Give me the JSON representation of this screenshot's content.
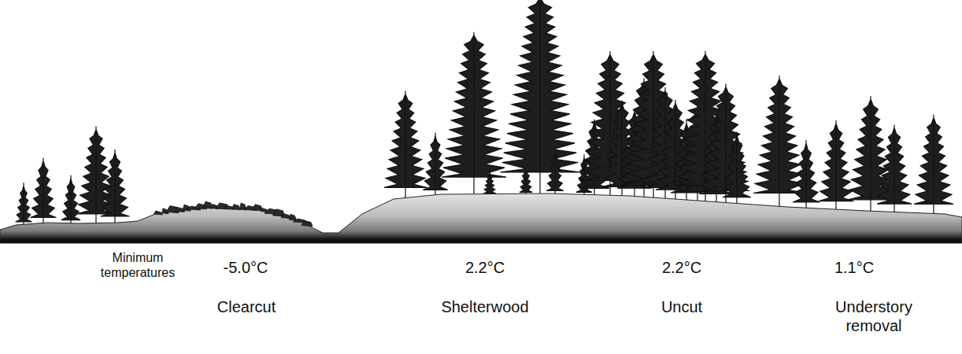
{
  "diagram": {
    "labels": [
      "Minimum temperatures",
      "-5.0°C",
      "Clearcut",
      "2.2°C",
      "Shelterwood",
      "2.2°C",
      "Uncut",
      "1.1°C",
      "Understory removal"
    ]
  }
}
